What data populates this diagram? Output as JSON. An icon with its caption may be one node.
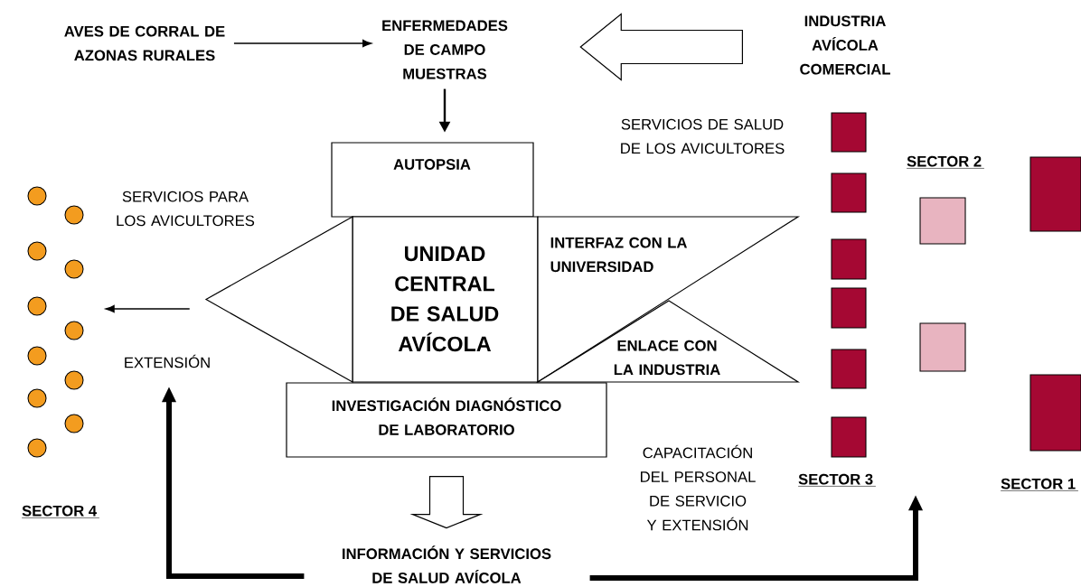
{
  "diagram": {
    "nodes": [
      {
        "text": [
          "AVES DE CORRAL DE AZONAS RURALES"
        ]
      },
      {
        "text": [
          "ENFERMEDADES DE CAMPO MUESTRAS"
        ]
      },
      {
        "text": [
          "INDUSTRIA AVÍCOLA COMERCIAL"
        ]
      },
      {
        "text": [
          "AUTOPSIA"
        ]
      },
      {
        "text": [
          "UNIDAD CENTRAL DE SALUD AVÍCOLA"
        ]
      },
      {
        "text": [],
        "shape": "triangle"
      },
      {
        "text": [
          "INTERFAZ CON LA UNIVERSIDAD"
        ]
      },
      {
        "text": [
          "ENLACE CON LA INDUSTRIA"
        ]
      },
      {
        "text": [
          "INVESTIGACIÓN DIAGNÓSTICO DE LABORATORIO"
        ]
      },
      {
        "text": [
          "INFORMACIÓN Y SERVICIOS DE SALUD AVÍCOLA"
        ]
      },
      {
        "text": [
          "EXTENSIÓN"
        ]
      }
    ],
    "edges": [
      {
        "from": 0,
        "to": 1,
        "arrow": "to"
      },
      {
        "from": 2,
        "to": 1,
        "arrow": "to",
        "style": "thick"
      },
      {
        "from": 1,
        "to": 3,
        "arrow": "to"
      },
      {
        "from": 5,
        "to": null,
        "arrow": "to"
      },
      {
        "from": 8,
        "to": 9,
        "arrow": "to",
        "style": "thick"
      },
      {
        "from": 9,
        "to": 10,
        "arrow": "to",
        "style": "thick"
      },
      {
        "from": 9,
        "to": null,
        "arrow": "to",
        "style": "thick"
      }
    ],
    "labels": [
      "SERVICIOS DE SALUD DE LOS AVICULTORES",
      "SECTOR 2",
      "SERVICIOS PARA LOS AVICULTORES",
      "CAPACITACIÓN DEL PERSONAL DE SERVICIO Y EXTENSIÓN",
      "SECTOR 3",
      "SECTOR 1",
      "SECTOR 4"
    ]
  }
}
